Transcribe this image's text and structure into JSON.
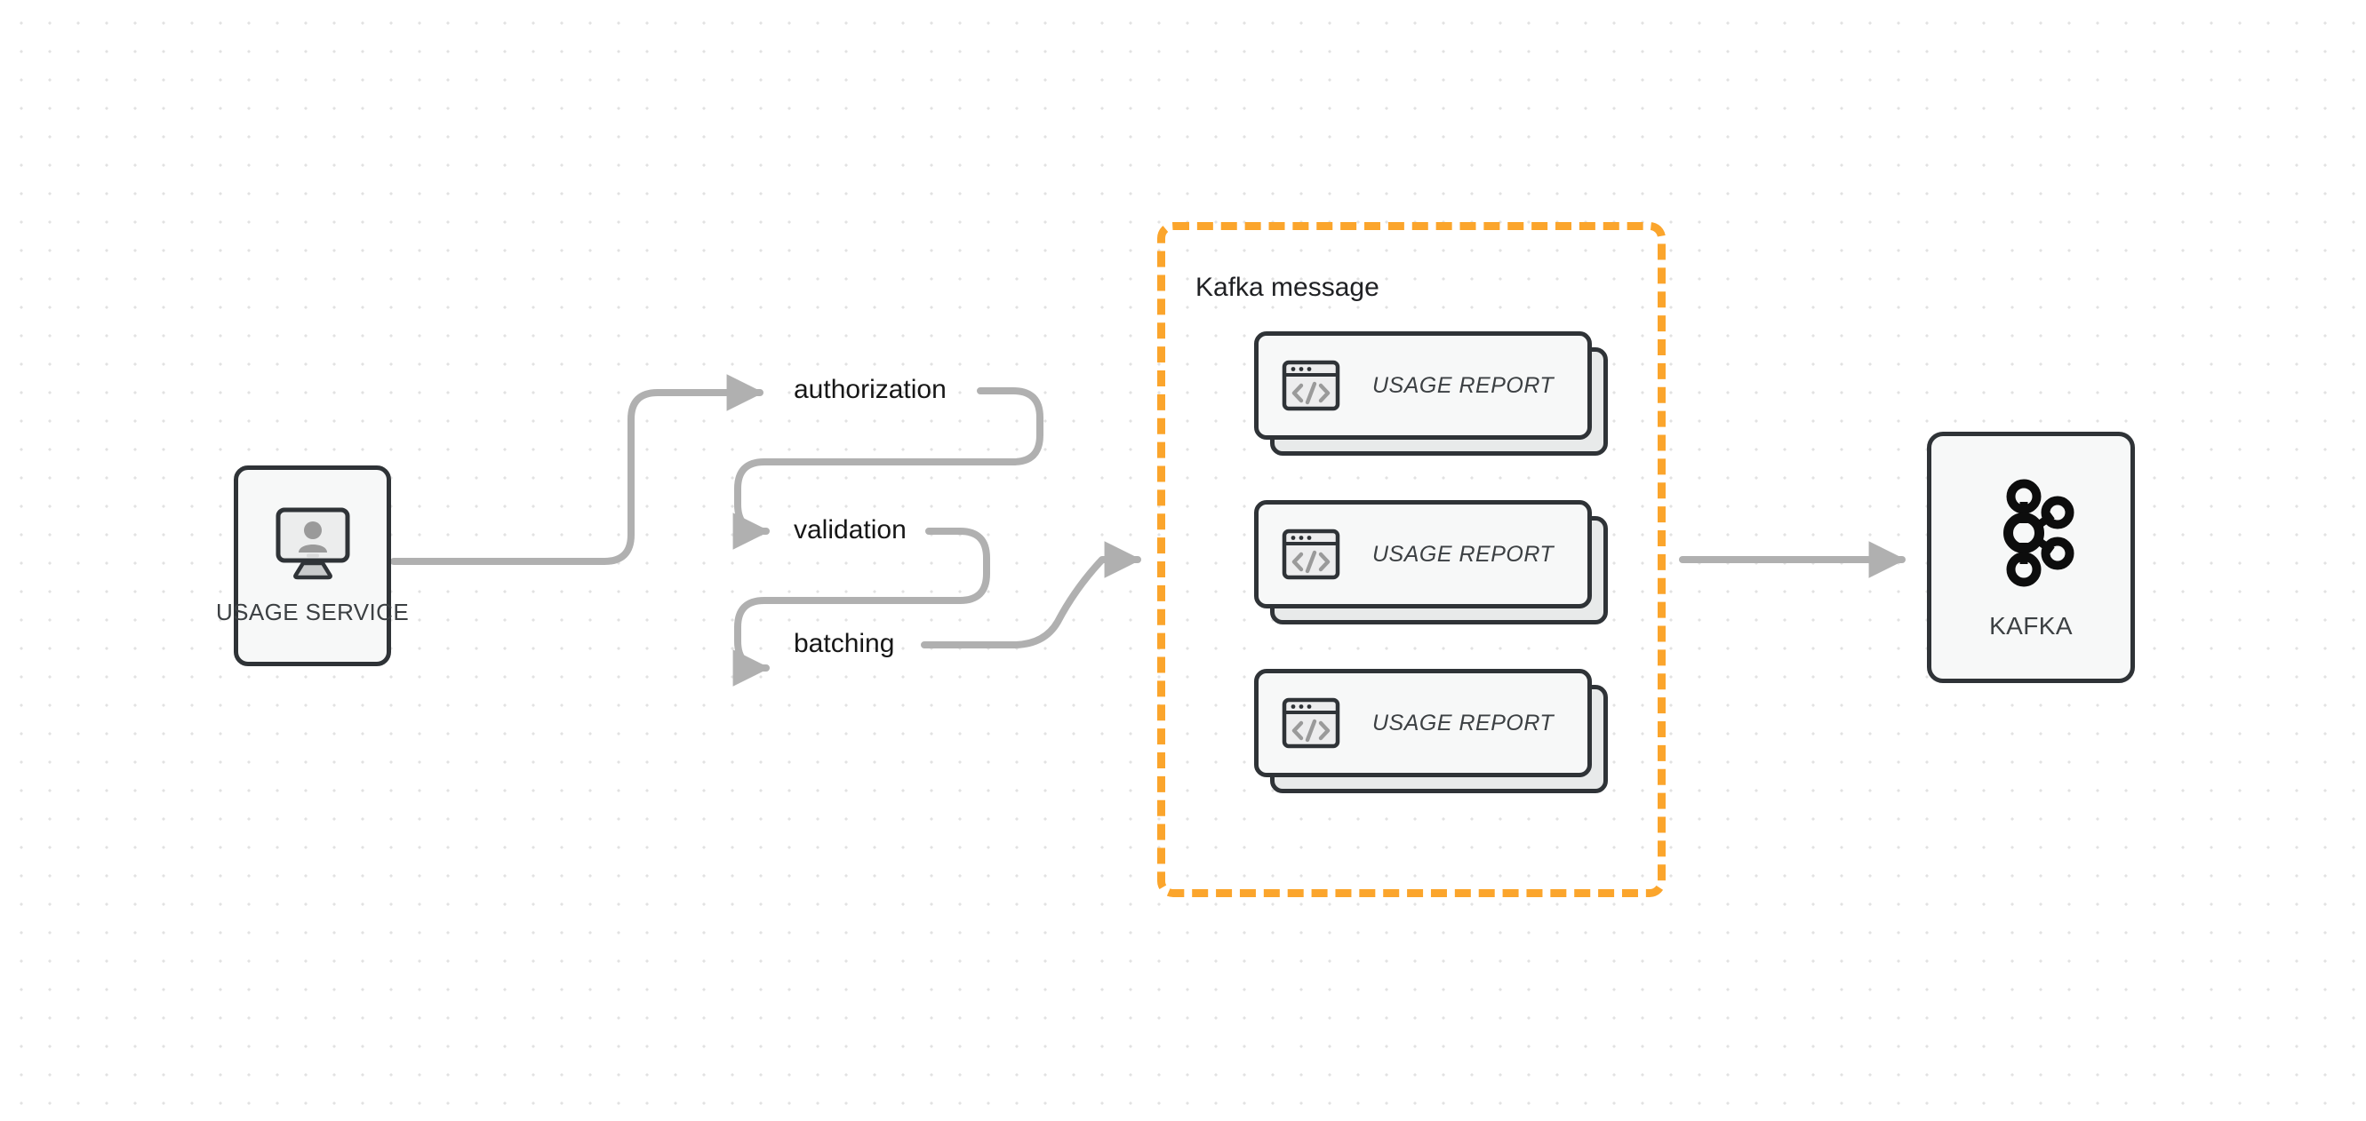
{
  "diagram": {
    "title": "Usage Service to Kafka flow",
    "background": {
      "color": "#ffffff",
      "dot_color": "#e2e2e2"
    },
    "colors": {
      "node_border": "#2f3337",
      "node_fill": "#f7f8f8",
      "edge": "#b0b0b0",
      "group_accent": "#fba52c",
      "text": "#171717",
      "muted_text": "#3c4043"
    }
  },
  "source_node": {
    "label": "USAGE SERVICE",
    "icon": "monitor-user-icon"
  },
  "pipeline": {
    "steps": [
      {
        "label": "authorization"
      },
      {
        "label": "validation"
      },
      {
        "label": "batching"
      }
    ]
  },
  "kafka_message_group": {
    "title": "Kafka message",
    "border_style": "dashed",
    "accent_color": "#fba52c",
    "cards": [
      {
        "label": "USAGE REPORT",
        "icon": "code-window-icon"
      },
      {
        "label": "USAGE REPORT",
        "icon": "code-window-icon"
      },
      {
        "label": "USAGE REPORT",
        "icon": "code-window-icon"
      }
    ]
  },
  "target_node": {
    "label": "KAFKA",
    "icon": "kafka-logo-icon"
  }
}
